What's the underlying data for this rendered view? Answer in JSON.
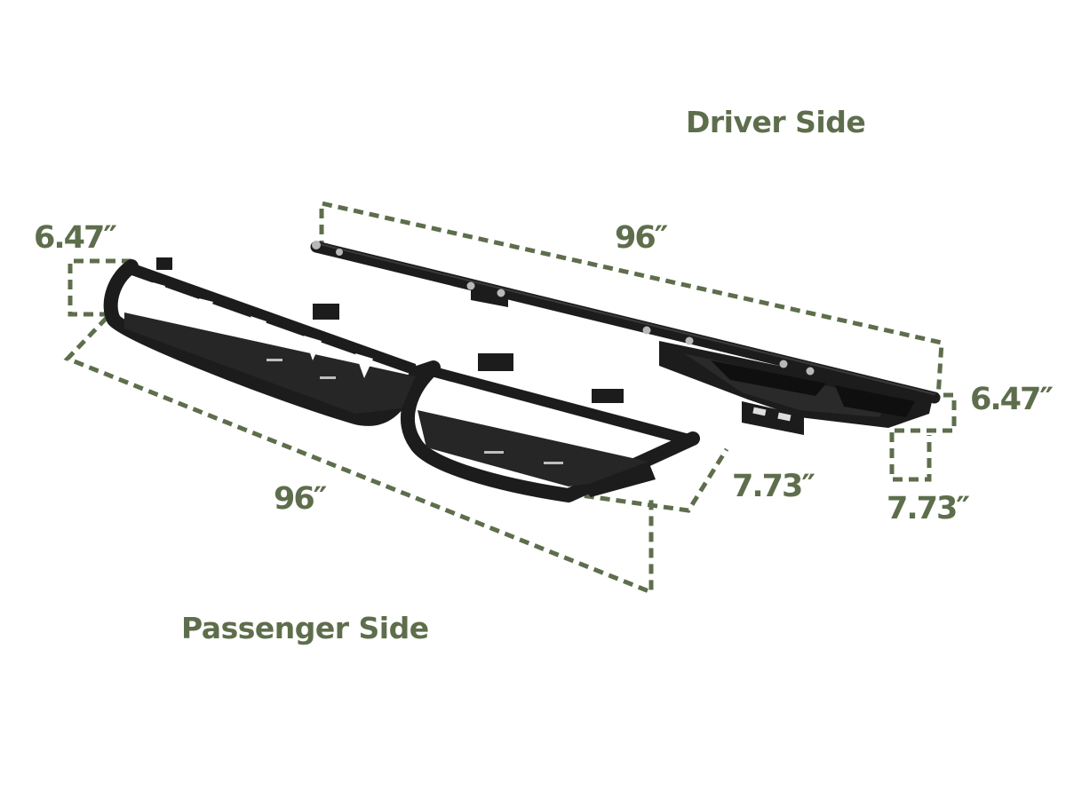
{
  "colors": {
    "dimension": "#5e6e4c",
    "metal": "#1c1c1c",
    "metal_highlight": "#3a3a3a",
    "bolt": "#b8b8b8",
    "background": "#ffffff"
  },
  "labels": {
    "driver_side": "Driver Side",
    "passenger_side": "Passenger Side"
  },
  "dimensions": {
    "driver": {
      "length": "96″",
      "height": "6.47″",
      "width": "7.73″"
    },
    "passenger": {
      "length": "96″",
      "height": "6.47″",
      "width": "7.73″"
    }
  }
}
